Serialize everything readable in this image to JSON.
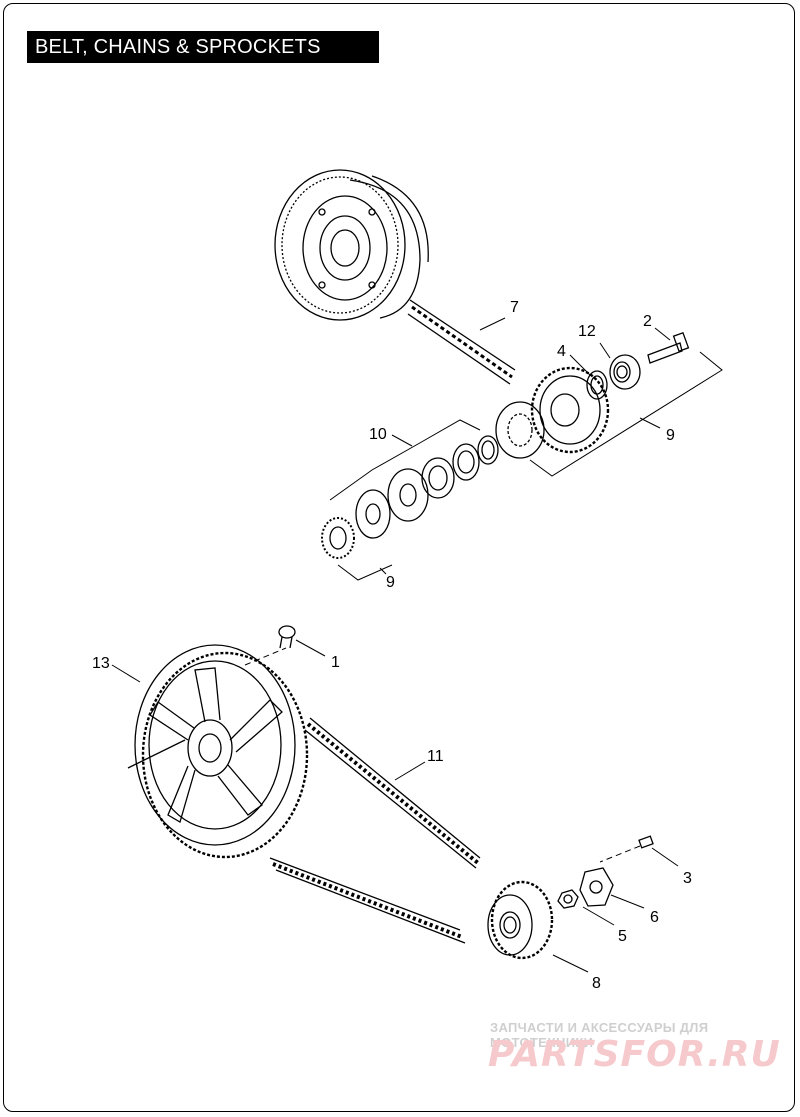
{
  "header": {
    "title": "BELT, CHAINS & SPROCKETS"
  },
  "callouts": {
    "c1": "1",
    "c2": "2",
    "c3": "3",
    "c4": "4",
    "c5": "5",
    "c6": "6",
    "c7": "7",
    "c8": "8",
    "c9a": "9",
    "c9b": "9",
    "c10": "10",
    "c11": "11",
    "c12": "12",
    "c13": "13"
  },
  "watermark": {
    "tagline": "ЗАПЧАСТИ И АКСЕССУАРЫ ДЛЯ МОТОТЕХНИКИ",
    "brand": "PARTSFOR.RU"
  },
  "colors": {
    "ink": "#000000",
    "title_bg": "#000000",
    "title_text": "#ffffff",
    "watermark": "#f6c9cc"
  }
}
